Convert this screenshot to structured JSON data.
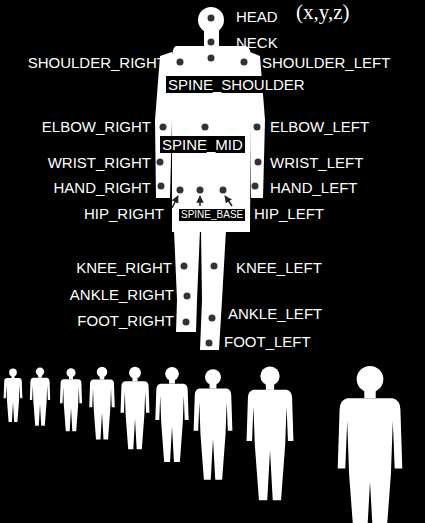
{
  "diagram": {
    "labels": [
      "HEAD",
      "(x,y,z)",
      "NECK",
      "SHOULDER_RIGHT",
      "SHOULDER_LEFT",
      "SPINE_SHOULDER",
      "ELBOW_RIGHT",
      "SPINE_MID",
      "ELBOW_LEFT",
      "WRIST_RIGHT",
      "WRIST_LEFT",
      "HAND_RIGHT",
      "HAND_LEFT",
      "HIP_RIGHT",
      "SPINE_BASE",
      "HIP_LEFT",
      "KNEE_RIGHT",
      "KNEE_LEFT",
      "ANKLE_RIGHT",
      "ANKLE_LEFT",
      "FOOT_RIGHT",
      "FOOT_LEFT"
    ]
  }
}
